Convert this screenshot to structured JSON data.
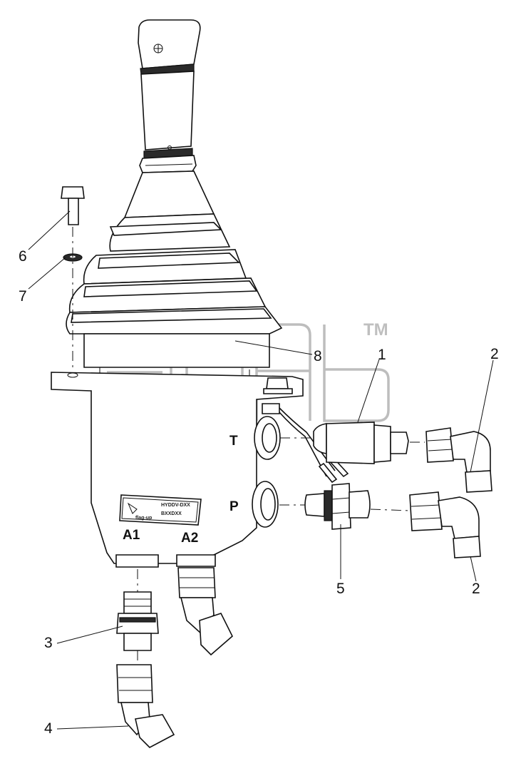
{
  "diagram": {
    "watermark": {
      "trademark": "TM"
    },
    "ports": {
      "t": "T",
      "p": "P",
      "a1": "A1",
      "a2": "A2"
    },
    "nameplate": {
      "brand": "flag-up",
      "line1": "HYDDV-DXX",
      "line2": "BXXDXX"
    },
    "callouts": [
      {
        "id": "1",
        "label": "1"
      },
      {
        "id": "2a",
        "label": "2"
      },
      {
        "id": "2b",
        "label": "2"
      },
      {
        "id": "3",
        "label": "3"
      },
      {
        "id": "4",
        "label": "4"
      },
      {
        "id": "5",
        "label": "5"
      },
      {
        "id": "6",
        "label": "6"
      },
      {
        "id": "7",
        "label": "7"
      },
      {
        "id": "8",
        "label": "8"
      }
    ]
  }
}
